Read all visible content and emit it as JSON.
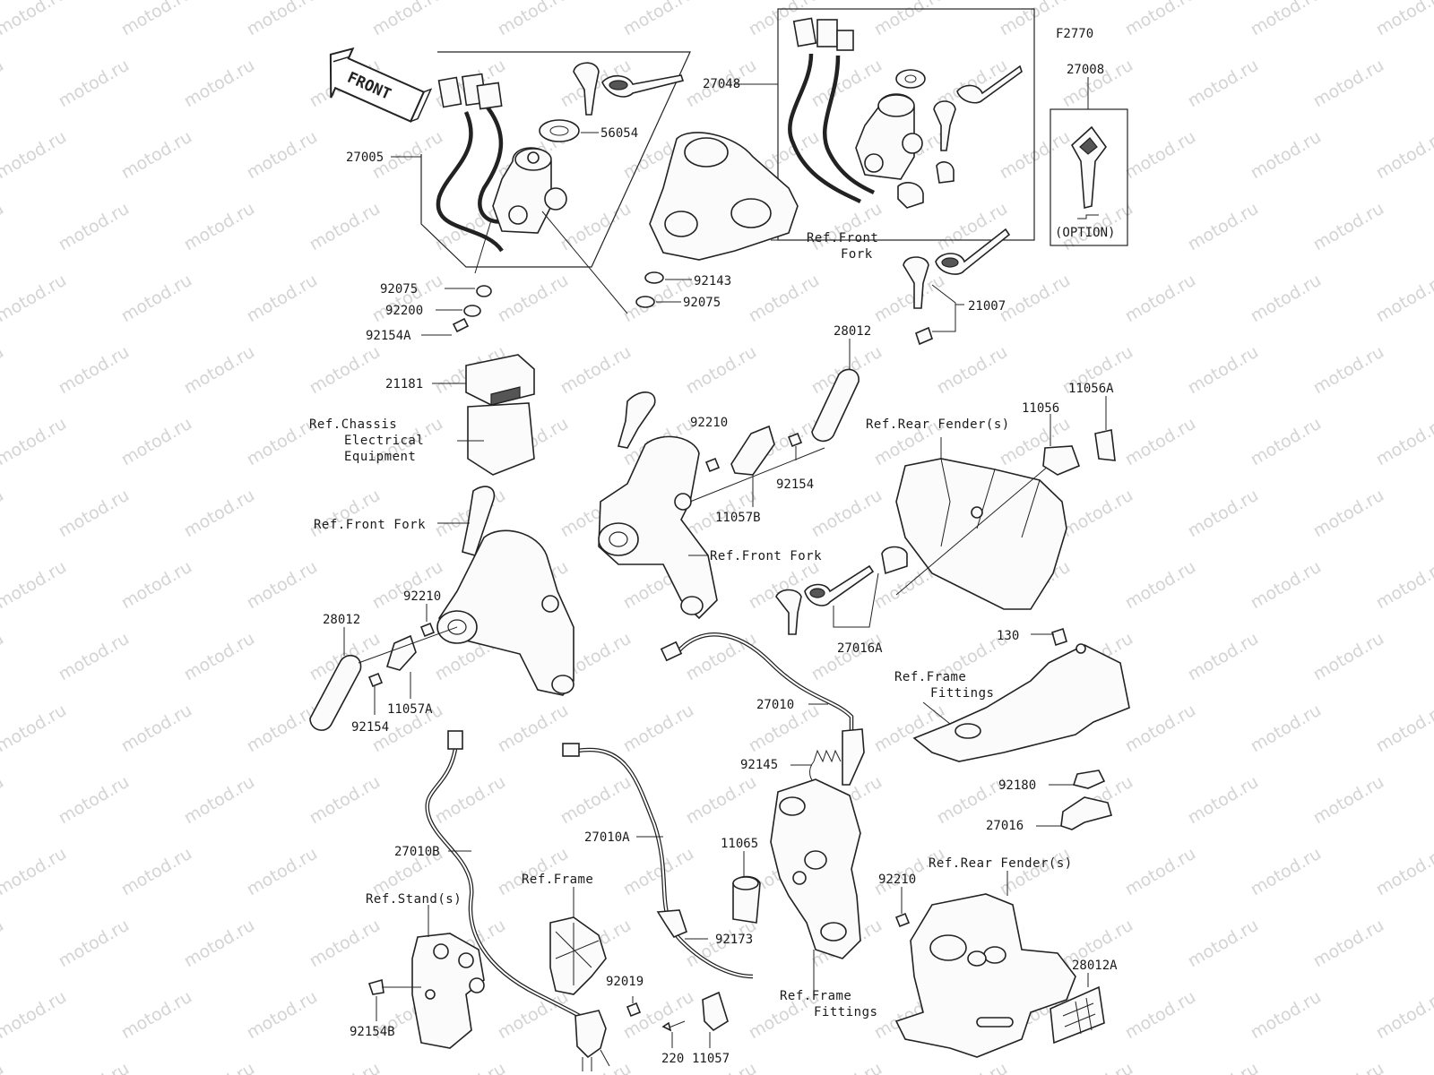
{
  "figure_code": "F2770",
  "watermark": "motod.ru",
  "front_label": "FRONT",
  "option_label": "(OPTION)",
  "parts": {
    "p27005": "27005",
    "p56054": "56054",
    "p27048": "27048",
    "p27008": "27008",
    "p92075a": "92075",
    "p92200": "92200",
    "p92154A": "92154A",
    "p92143": "92143",
    "p92075b": "92075",
    "p21007": "21007",
    "p21181": "21181",
    "p28012a": "28012",
    "p92210a": "92210",
    "p92154a": "92154",
    "p11057B": "11057B",
    "p11056": "11056",
    "p11056A": "11056A",
    "p92210b": "92210",
    "p28012b": "28012",
    "p92154b": "92154",
    "p11057A": "11057A",
    "p27016A": "27016A",
    "p130": "130",
    "p27010": "27010",
    "p92145": "92145",
    "p92180": "92180",
    "p27016": "27016",
    "p11065": "11065",
    "p27010A": "27010A",
    "p27010B": "27010B",
    "p92210c": "92210",
    "p28012A": "28012A",
    "p92173": "92173",
    "p92019": "92019",
    "p92154B": "92154B",
    "p220": "220",
    "p11057": "11057"
  },
  "refs": {
    "front_fork_top_1": "Ref.Front",
    "front_fork_top_2": "Fork",
    "chassis_1": "Ref.Chassis",
    "chassis_2": "Electrical",
    "chassis_3": "Equipment",
    "rear_fender_top": "Ref.Rear Fender(s)",
    "front_fork_left": "Ref.Front Fork",
    "front_fork_mid": "Ref.Front Fork",
    "frame_fittings_right_1": "Ref.Frame",
    "frame_fittings_right_2": "Fittings",
    "rear_fender_bottom": "Ref.Rear Fender(s)",
    "frame": "Ref.Frame",
    "stands": "Ref.Stand(s)",
    "frame_fittings_bottom_1": "Ref.Frame",
    "frame_fittings_bottom_2": "Fittings"
  }
}
